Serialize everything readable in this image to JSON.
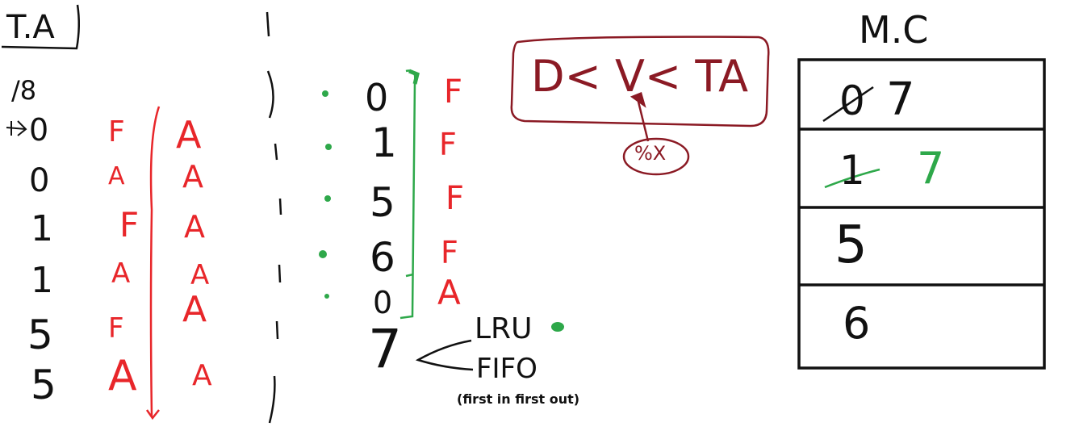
{
  "colors": {
    "ink": "#111111",
    "red": "#e8262a",
    "green": "#2ea84a",
    "maroon": "#8b1a24"
  },
  "title": "T.A",
  "header_mark": "/8",
  "arrow_value": "0",
  "input_column": [
    "0",
    "0",
    "1",
    "1",
    "5",
    "5"
  ],
  "col_red_1": [
    "F",
    "A",
    "F",
    "A",
    "F",
    "A"
  ],
  "col_red_2": [
    "A",
    "A",
    "A",
    "A",
    "A",
    "A"
  ],
  "middle_column": [
    "0",
    "1",
    "5",
    "6",
    "0"
  ],
  "middle_results": [
    "F",
    "F",
    "F",
    "F",
    "A"
  ],
  "next_value": "7",
  "policies": [
    "LRU",
    "FIFO"
  ],
  "fifo_note": "(first in first out)",
  "formula": "D< V< TA",
  "formula_note": "%X",
  "cache": {
    "title": "M.C",
    "cells": [
      {
        "old": "0",
        "new": "7"
      },
      {
        "old": "1",
        "new": "7"
      },
      {
        "old": "",
        "new": "5"
      },
      {
        "old": "",
        "new": "6"
      }
    ]
  }
}
